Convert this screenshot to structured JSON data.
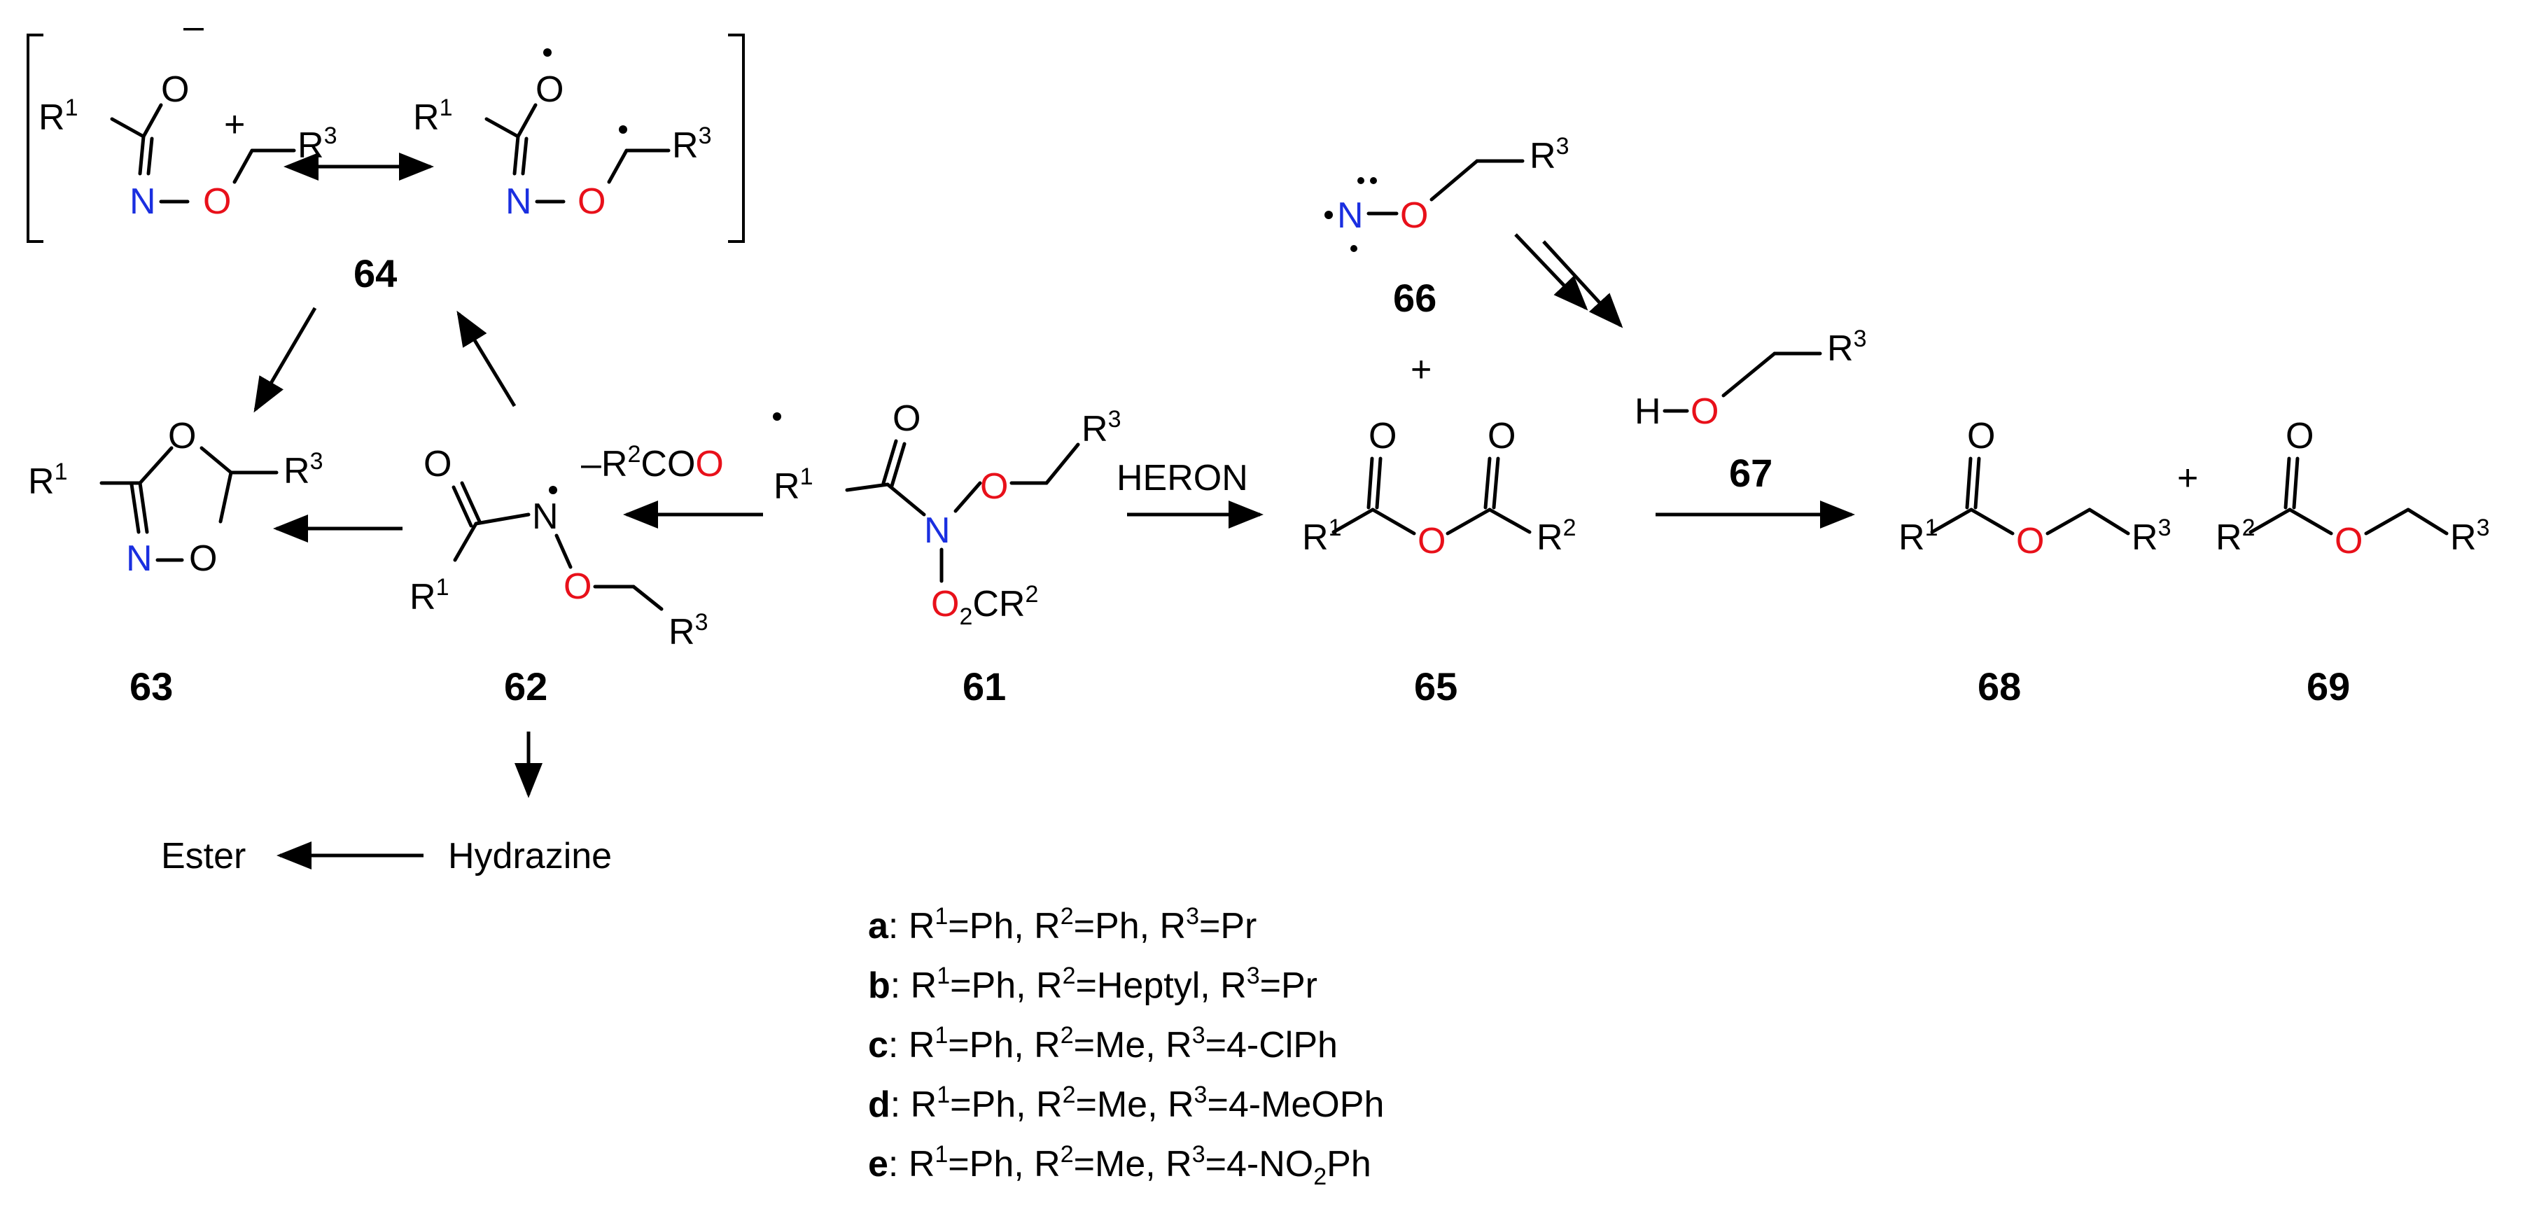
{
  "compounds": {
    "c61": "61",
    "c62": "62",
    "c63": "63",
    "c64": "64",
    "c65": "65",
    "c66": "66",
    "c67": "67",
    "c68": "68",
    "c69": "69"
  },
  "labels": {
    "heron": "HERON",
    "hydrazine": "Hydrazine",
    "ester": "Ester",
    "plus": "+",
    "r": "R",
    "one": "1",
    "two": "2",
    "three": "3",
    "o": "O",
    "n": "N",
    "h": "H",
    "c": "C",
    "minus": "–",
    "o2cr2_o": "O",
    "o2cr2_sub": "2",
    "o2cr2_cr": "CR",
    "leaving": "–R",
    "coo_co": "CO"
  },
  "substituents": [
    {
      "id": "a",
      "text": ": R1=Ph, R2=Ph, R3=Pr"
    },
    {
      "id": "b",
      "text": ": R1=Ph, R2=Heptyl, R3=Pr"
    },
    {
      "id": "c",
      "text": ": R1=Ph, R2=Me, R3=4-ClPh"
    },
    {
      "id": "d",
      "text": ": R1=Ph, R2=Me, R3=4-MeOPh"
    },
    {
      "id": "e",
      "text": ": R1=Ph, R2=Me, R3=4-NO2Ph"
    }
  ],
  "colors": {
    "oxygen": "#e8101a",
    "nitrogen": "#1a2fe0",
    "ink": "#000000"
  }
}
